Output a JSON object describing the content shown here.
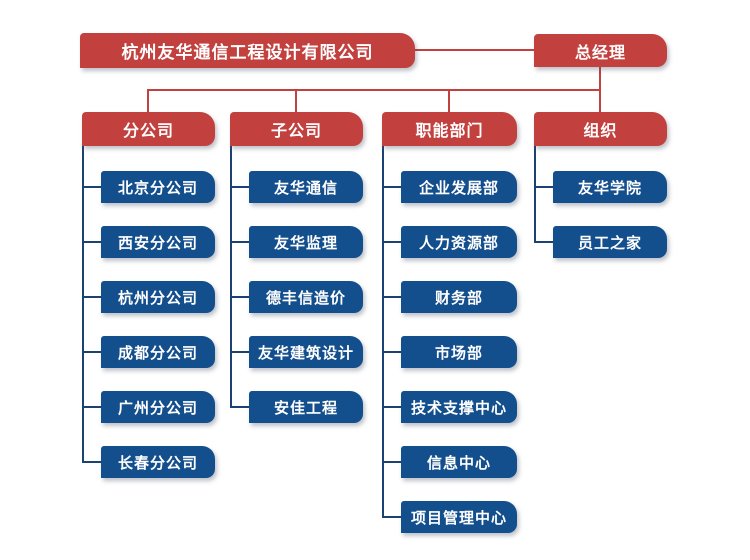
{
  "colors": {
    "red": "#C2413E",
    "blue": "#134E8D",
    "red_line": "#C2413E",
    "blue_line": "#1C4273"
  },
  "root": {
    "label": "杭州友华通信工程设计有限公司"
  },
  "general_manager": {
    "label": "总经理"
  },
  "groups": [
    {
      "label": "分公司",
      "children": [
        "北京分公司",
        "西安分公司",
        "杭州分公司",
        "成都分公司",
        "广州分公司",
        "长春分公司"
      ]
    },
    {
      "label": "子公司",
      "children": [
        "友华通信",
        "友华监理",
        "德丰信造价",
        "友华建筑设计",
        "安佳工程"
      ]
    },
    {
      "label": "职能部门",
      "children": [
        "企业发展部",
        "人力资源部",
        "财务部",
        "市场部",
        "技术支撑中心",
        "信息中心",
        "项目管理中心"
      ]
    },
    {
      "label": "组织",
      "children": [
        "友华学院",
        "员工之家"
      ]
    }
  ]
}
